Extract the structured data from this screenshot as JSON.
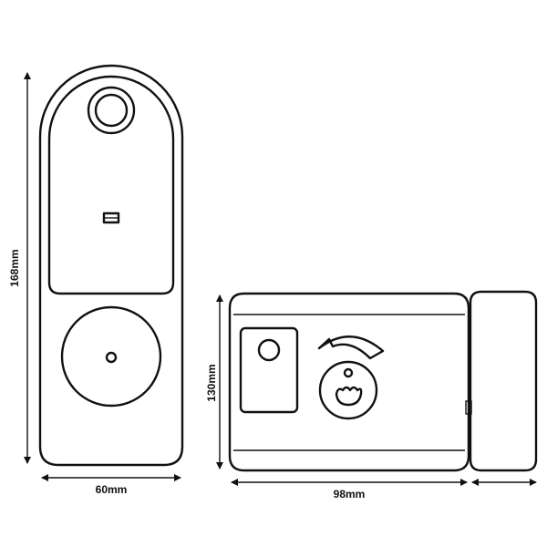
{
  "dimensions": {
    "height": "168mm",
    "width": "60mm",
    "lock_height": "130mm",
    "lock_width": "98mm"
  },
  "colors": {
    "line": "#111111",
    "background": "#ffffff"
  }
}
